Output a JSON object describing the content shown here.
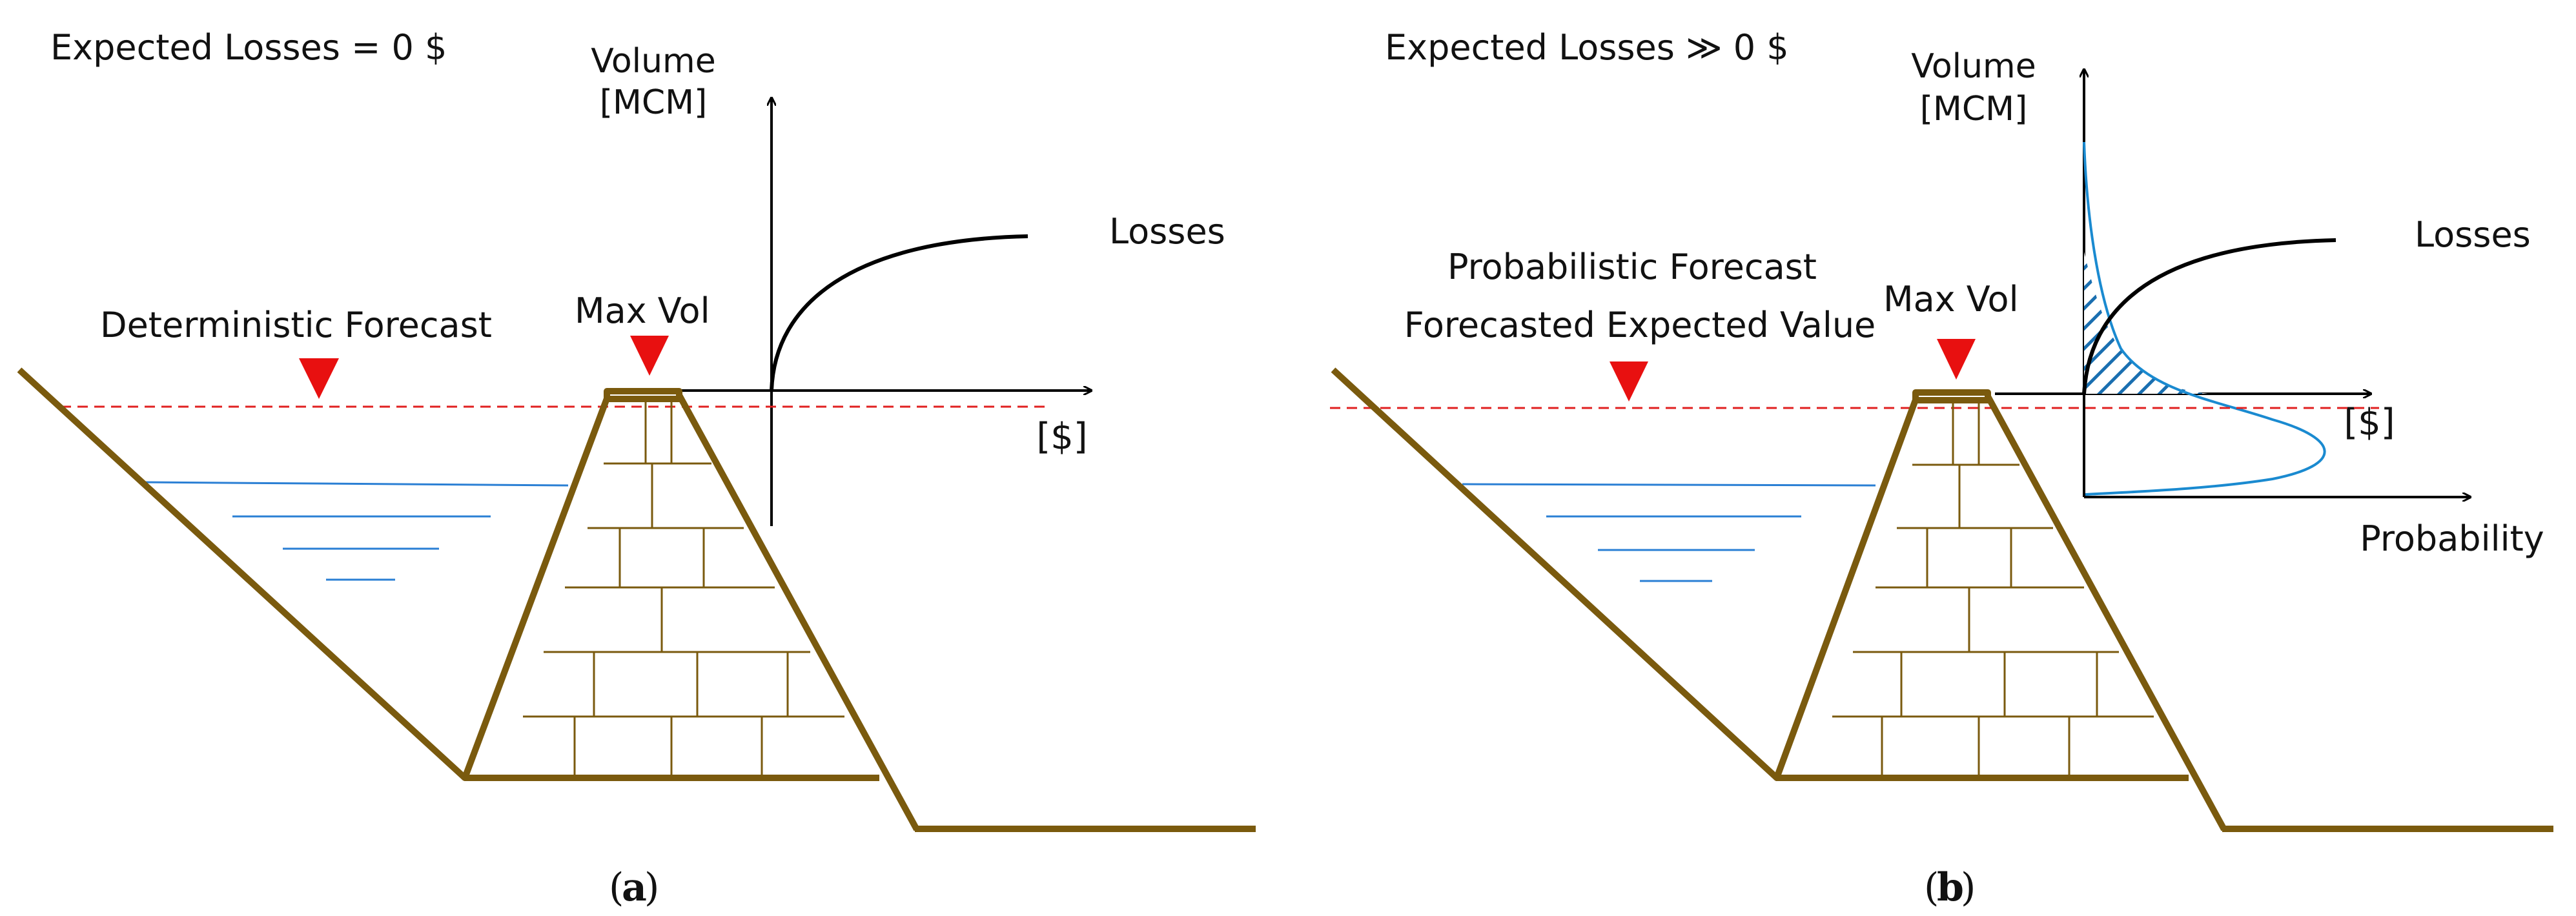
{
  "colors": {
    "dam": "#7a5a0e",
    "water": "#2a7fd4",
    "forecast_line": "#e02020",
    "marker": "#e81010",
    "axis": "#000000",
    "pdf": "#1a8ad0",
    "hatch": "#1a6fb0"
  },
  "panel_a": {
    "expected_losses": "Expected Losses = 0 $",
    "volume_label_1": "Volume",
    "volume_label_2": "[MCM]",
    "losses_label": "Losses",
    "cost_label": "[$]",
    "forecast_label": "Deterministic Forecast",
    "max_vol_label": "Max Vol",
    "caption_open": "(",
    "caption_letter": "a",
    "caption_close": ")"
  },
  "panel_b": {
    "expected_losses": "Expected Losses ≫ 0 $",
    "volume_label_1": "Volume",
    "volume_label_2": "[MCM]",
    "losses_label": "Losses",
    "cost_label": "[$]",
    "probability_label": "Probability",
    "forecast_label_1": "Probabilistic Forecast",
    "forecast_label_2": "Forecasted Expected Value",
    "max_vol_label": "Max Vol",
    "caption_open": "(",
    "caption_letter": "b",
    "caption_close": ")"
  }
}
